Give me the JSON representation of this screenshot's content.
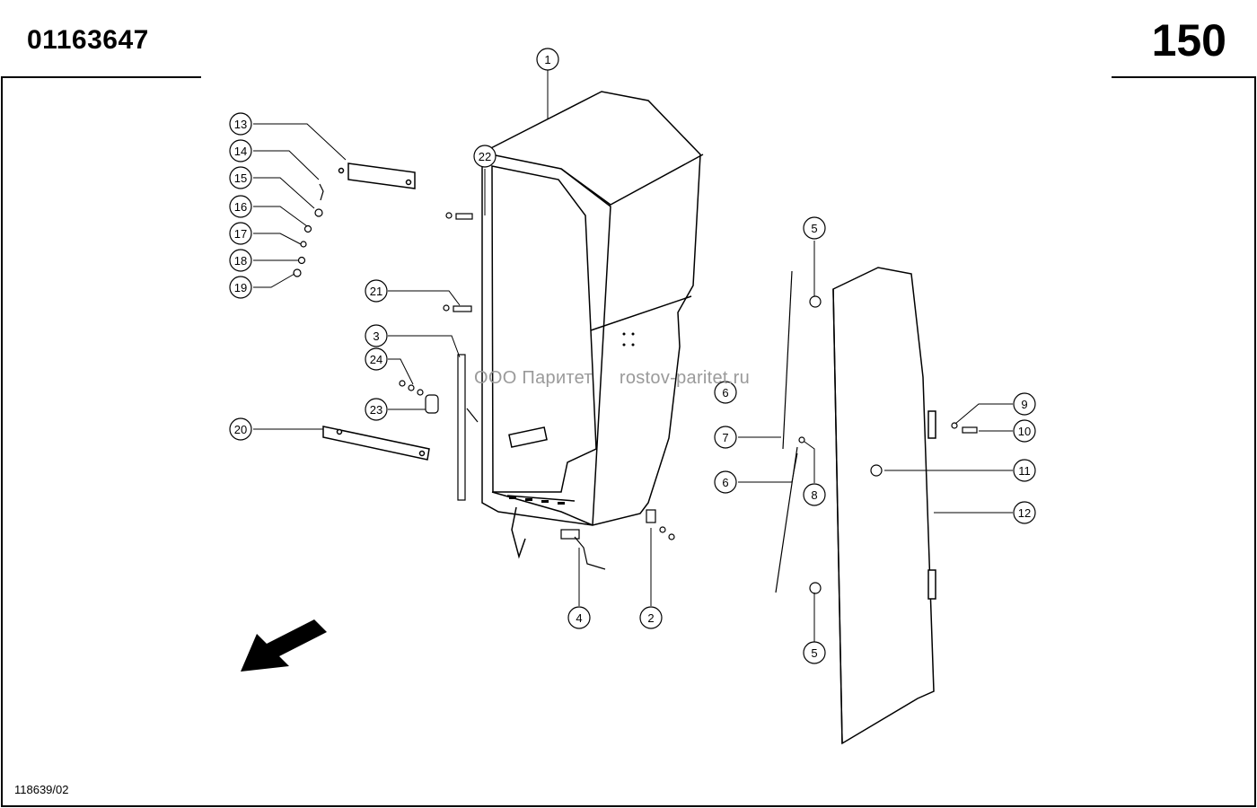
{
  "header": {
    "part_number": "01163647",
    "page_number": "150"
  },
  "footer": {
    "drawing_id": "118639/02"
  },
  "watermark": {
    "company": "ООО Паритет",
    "site": "rostov-paritet.ru"
  },
  "callouts": {
    "c1": "1",
    "c2": "2",
    "c3": "3",
    "c4": "4",
    "c5a": "5",
    "c5b": "5",
    "c6a": "6",
    "c6b": "6",
    "c7": "7",
    "c8": "8",
    "c9": "9",
    "c10": "10",
    "c11": "11",
    "c12": "12",
    "c13": "13",
    "c14": "14",
    "c15": "15",
    "c16": "16",
    "c17": "17",
    "c18": "18",
    "c19": "19",
    "c20": "20",
    "c21": "21",
    "c22": "22",
    "c23": "23",
    "c24": "24"
  },
  "icons": {
    "direction_arrow": "arrow-down-left-icon"
  }
}
